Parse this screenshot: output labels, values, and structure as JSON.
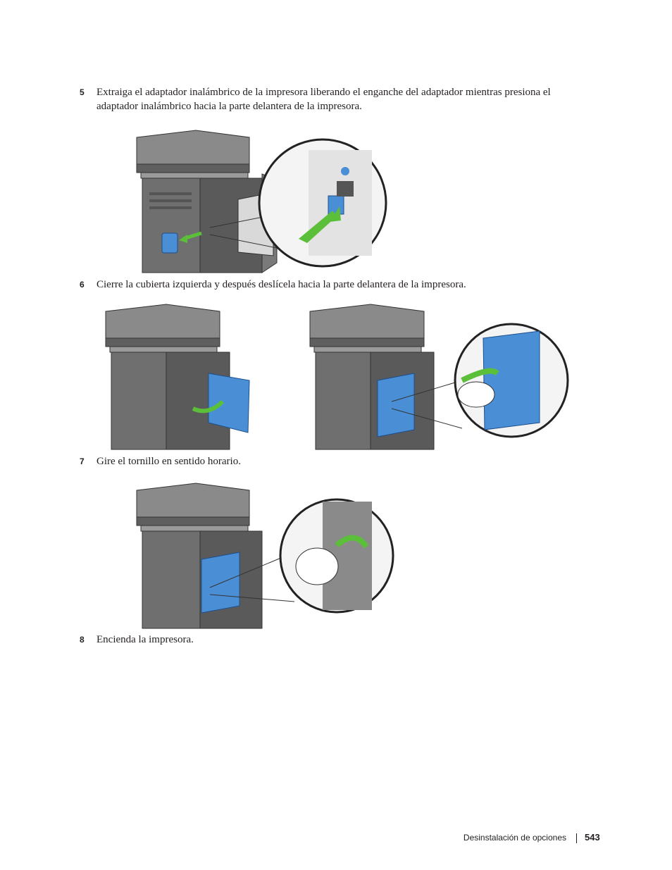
{
  "steps": [
    {
      "num": "5",
      "text": "Extraiga el adaptador inalámbrico de la impresora liberando el enganche del adaptador mientras presiona el adaptador inalámbrico hacia la parte delantera de la impresora."
    },
    {
      "num": "6",
      "text": "Cierre la cubierta izquierda y después deslícela hacia la parte delantera de la impresora."
    },
    {
      "num": "7",
      "text": "Gire el tornillo en sentido horario."
    },
    {
      "num": "8",
      "text": "Encienda la impresora."
    }
  ],
  "footer": {
    "section": "Desinstalación de opciones",
    "page": "543"
  },
  "colors": {
    "printer_body": "#6f6f6f",
    "printer_dark": "#4a4a4a",
    "cover_blue": "#4a8fd6",
    "arrow_green": "#5bbf3a"
  }
}
